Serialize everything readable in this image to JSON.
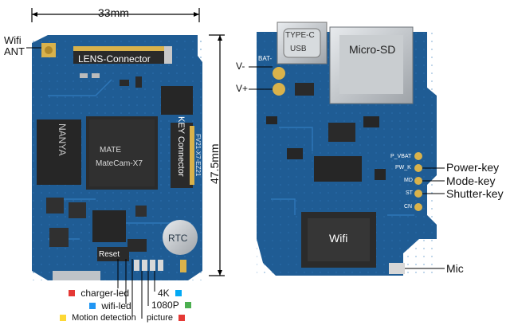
{
  "dimensions": {
    "width_label": "33mm",
    "height_label": "47.5mm"
  },
  "left_board": {
    "wifi_antenna_label": "Wifi\nANT",
    "lens_connector": "LENS-Connector",
    "key_connector": "KEY Connector",
    "rtc": "RTC",
    "reset": "Reset",
    "chip_brand": "MATE",
    "chip_model": "MateCam-X7",
    "nanya_label": "NANYA",
    "board_code": "FV21-X7-EZ21",
    "leds": [
      {
        "label": "charger-led",
        "color": "#e53935"
      },
      {
        "label": "wifi-led",
        "color": "#2196f3"
      },
      {
        "label": "Motion detection",
        "color": "#fdd835"
      }
    ],
    "resolution_leds": [
      {
        "label": "4K",
        "color": "#03a9f4"
      },
      {
        "label": "1080P",
        "color": "#4caf50"
      },
      {
        "label": "picture",
        "color": "#e53935"
      }
    ]
  },
  "right_board": {
    "usb_label_1": "TYPE-C",
    "usb_label_2": "USB",
    "micro_sd": "Micro-SD",
    "battery_neg": "V-",
    "battery_pos": "V+",
    "bat_label": "BAT-",
    "power_key": "Power-key",
    "mode_key": "Mode-key",
    "shutter_key": "Shutter-key",
    "wifi_module": "Wifi",
    "mic": "Mic",
    "pad_labels": [
      "P_VBAT",
      "PW_K",
      "MD",
      "ST",
      "CN"
    ]
  },
  "colors": {
    "pcb_blue": "#1f5c94",
    "pcb_dark": "#174a7a",
    "trace": "#2e76b8",
    "chip_black": "#262626",
    "gold": "#d9b24b",
    "silver": "#bfc3c7"
  }
}
